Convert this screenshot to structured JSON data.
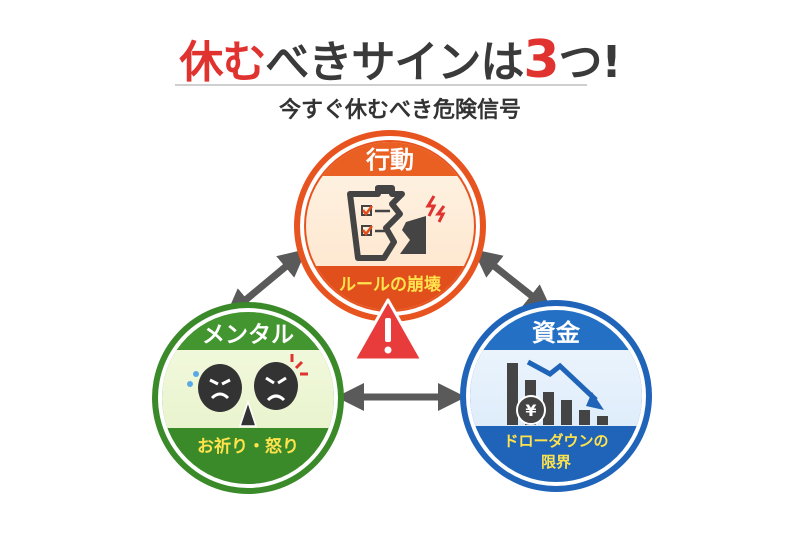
{
  "title": {
    "part1": "休む",
    "part2": "べきサインは",
    "part3": "3",
    "part4": "つ!"
  },
  "subtitle": "今すぐ休むべき危険信号",
  "nodes": [
    {
      "title": "行動",
      "caption": "ルールの崩壊",
      "icon": "broken-clipboard-icon",
      "color": "#e8541f"
    },
    {
      "title": "メンタル",
      "caption": "お祈り・怒り",
      "icon": "praying-angry-faces-icon",
      "color": "#3b8a2a"
    },
    {
      "title": "資金",
      "caption_line1": "ドローダウンの",
      "caption_line2": "限界",
      "icon": "falling-chart-yen-icon",
      "color": "#1f64b8"
    }
  ],
  "center_icon": "warning-triangle-icon",
  "colors": {
    "accent_red": "#e0322e",
    "caption_yellow": "#ffe34d",
    "arrow_gray": "#5a5a5a"
  }
}
